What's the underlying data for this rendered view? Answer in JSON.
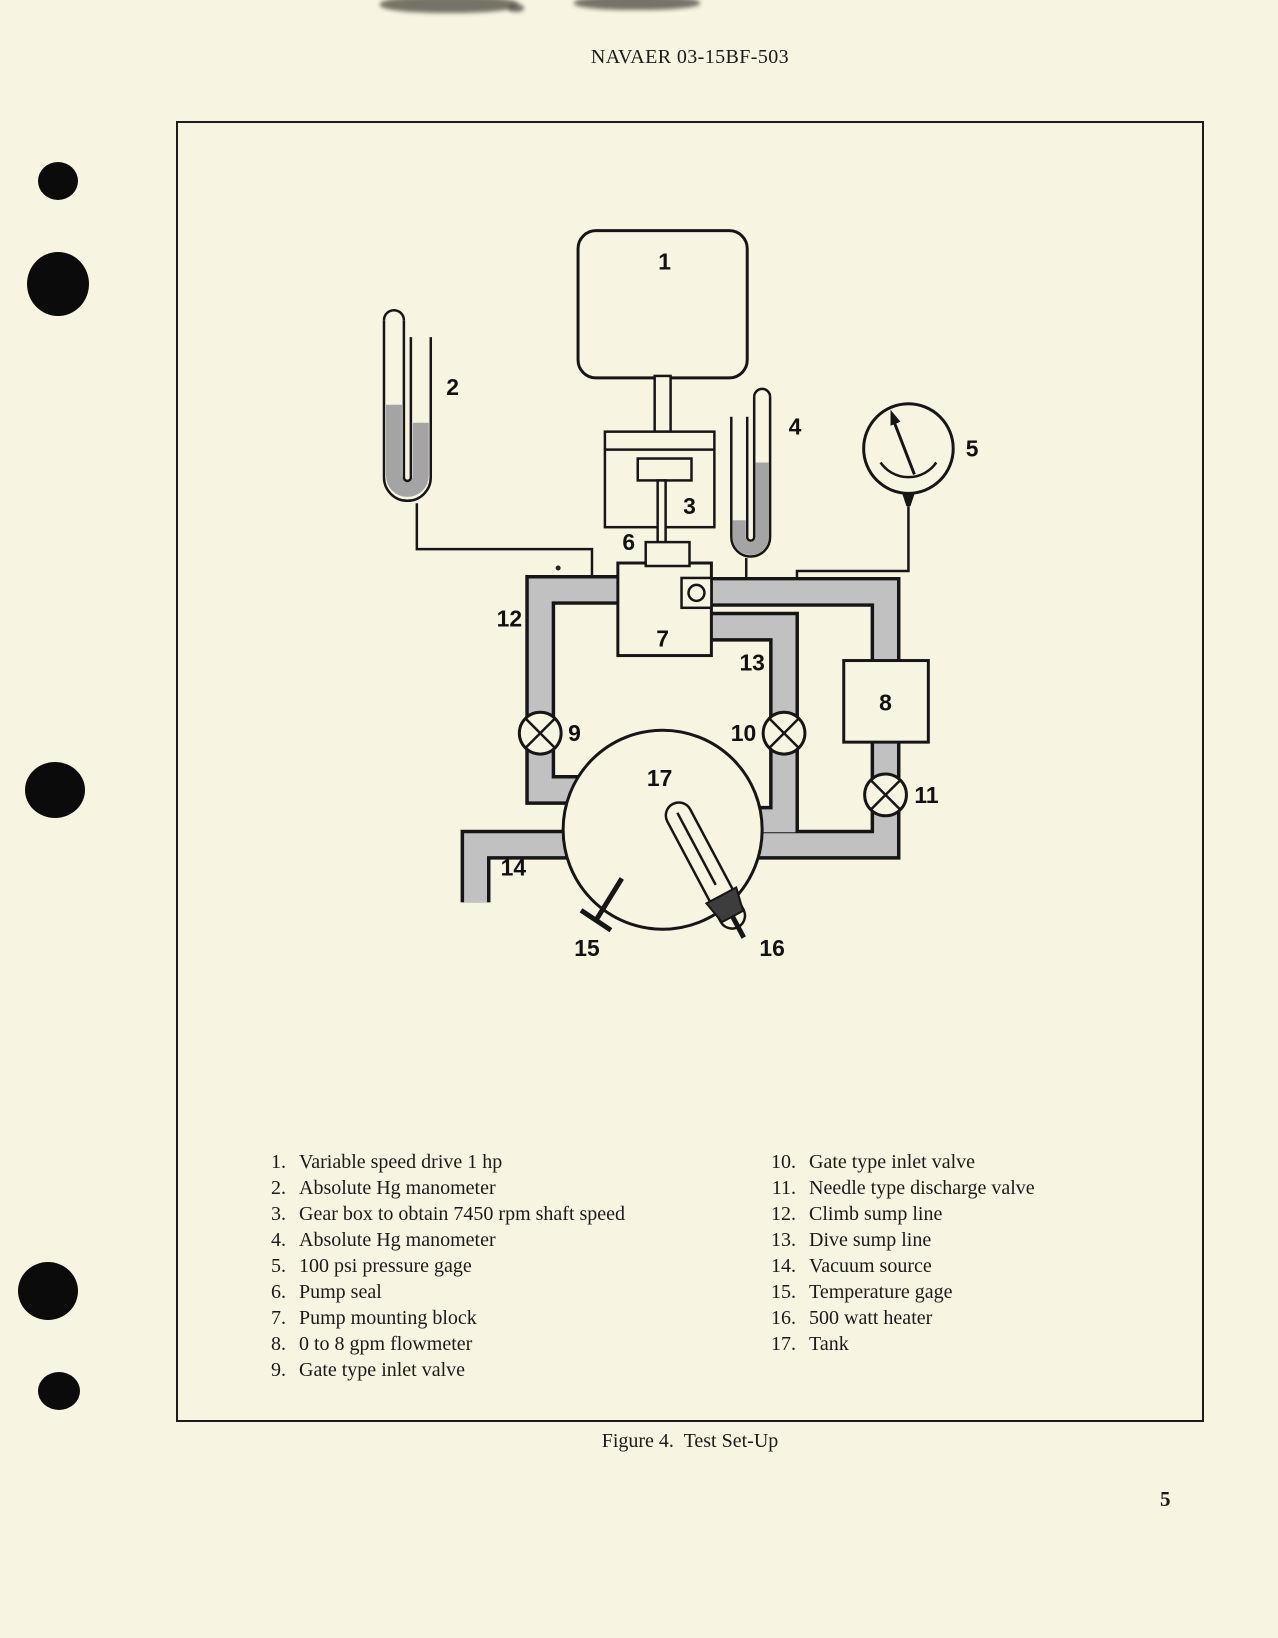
{
  "page": {
    "header": "NAVAER 03-15BF-503",
    "caption": "Figure 4.  Test Set-Up",
    "page_number": "5"
  },
  "diagram": {
    "labels": {
      "n1": "1",
      "n2": "2",
      "n3": "3",
      "n4": "4",
      "n5": "5",
      "n6": "6",
      "n7": "7",
      "n8": "8",
      "n9": "9",
      "n10": "10",
      "n11": "11",
      "n12": "12",
      "n13": "13",
      "n14": "14",
      "n15": "15",
      "n16": "16",
      "n17": "17"
    }
  },
  "legend": {
    "left": [
      {
        "num": "1.",
        "text": "Variable speed drive 1 hp"
      },
      {
        "num": "2.",
        "text": "Absolute Hg manometer"
      },
      {
        "num": "3.",
        "text": "Gear box to obtain 7450 rpm shaft speed"
      },
      {
        "num": "4.",
        "text": "Absolute Hg manometer"
      },
      {
        "num": "5.",
        "text": "100 psi pressure gage"
      },
      {
        "num": "6.",
        "text": "Pump seal"
      },
      {
        "num": "7.",
        "text": "Pump mounting block"
      },
      {
        "num": "8.",
        "text": "0 to 8 gpm flowmeter"
      },
      {
        "num": "9.",
        "text": "Gate type inlet valve"
      }
    ],
    "right": [
      {
        "num": "10.",
        "text": "Gate type inlet valve"
      },
      {
        "num": "11.",
        "text": "Needle type discharge valve"
      },
      {
        "num": "12.",
        "text": "Climb sump line"
      },
      {
        "num": "13.",
        "text": "Dive sump line"
      },
      {
        "num": "14.",
        "text": "Vacuum source"
      },
      {
        "num": "15.",
        "text": "Temperature gage"
      },
      {
        "num": "16.",
        "text": "500 watt heater"
      },
      {
        "num": "17.",
        "text": "Tank"
      }
    ]
  }
}
